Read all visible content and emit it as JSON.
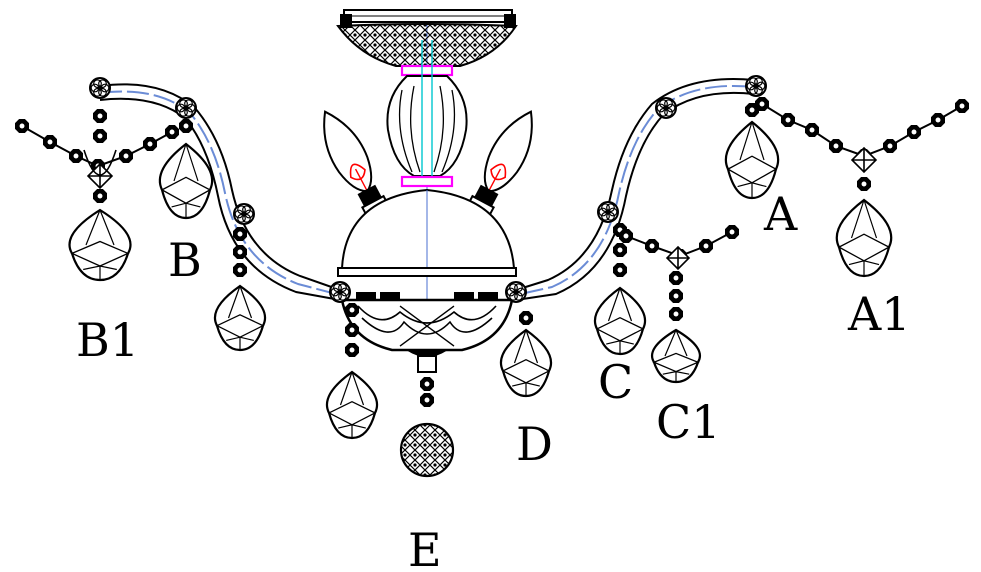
{
  "labels": {
    "A": "A",
    "A1": "A1",
    "B": "B",
    "B1": "B1",
    "C": "C",
    "C1": "C1",
    "D": "D",
    "E": "E"
  },
  "colors": {
    "line": "#000000",
    "arm_center": "#6b8cd6",
    "bulb_filament": "#ff0000",
    "canopy_marker": "#ff00ff",
    "rod": "#00c8d0",
    "axis": "#4a6fd0"
  },
  "icons": {
    "bead": "rosette-bead-icon",
    "pendant": "teardrop-crystal-icon",
    "ball": "crystal-ball-icon",
    "bulb": "candle-bulb-icon"
  }
}
